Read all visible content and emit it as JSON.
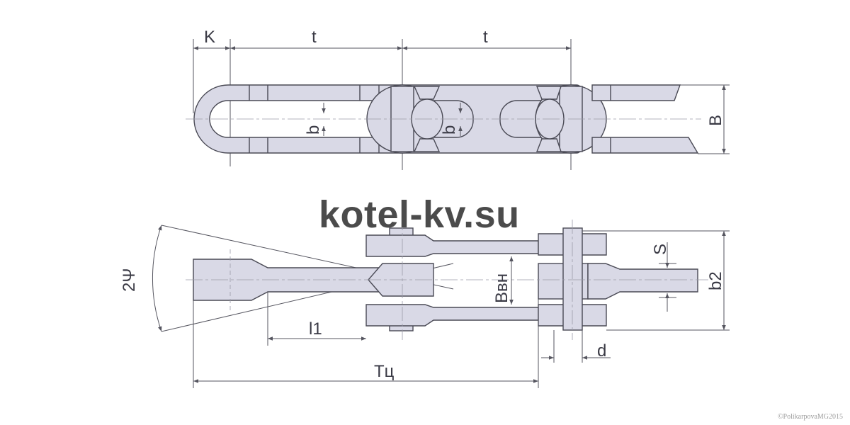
{
  "watermark": "kotel-kv.su",
  "copyright": "©PolikarpovaMG2015",
  "top_view": {
    "labels": {
      "k": "K",
      "t1": "t",
      "t2": "t",
      "b1": "b",
      "b2": "b",
      "B": "B"
    }
  },
  "side_view": {
    "labels": {
      "angle": "2Ψ",
      "l1": "l1",
      "tc": "Tц",
      "bvn": "Bвн",
      "s": "S",
      "b2": "b2",
      "d": "d"
    }
  }
}
